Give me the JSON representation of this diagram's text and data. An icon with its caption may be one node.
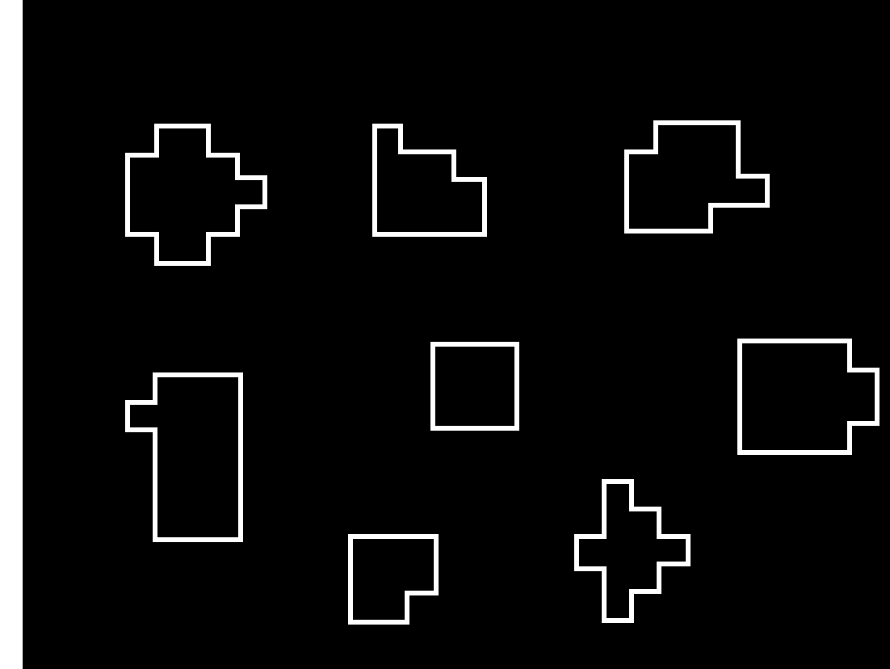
{
  "diagram": {
    "nodes": [
      {
        "text": [],
        "shape": "polygon"
      },
      {
        "text": [],
        "shape": "polygon"
      },
      {
        "text": [],
        "shape": "polygon"
      },
      {
        "text": [],
        "shape": "polygon"
      },
      {
        "text": [],
        "shape": "box"
      },
      {
        "text": [],
        "shape": "polygon"
      },
      {
        "text": [],
        "shape": "polygon"
      },
      {
        "text": [],
        "shape": "polygon"
      }
    ]
  }
}
